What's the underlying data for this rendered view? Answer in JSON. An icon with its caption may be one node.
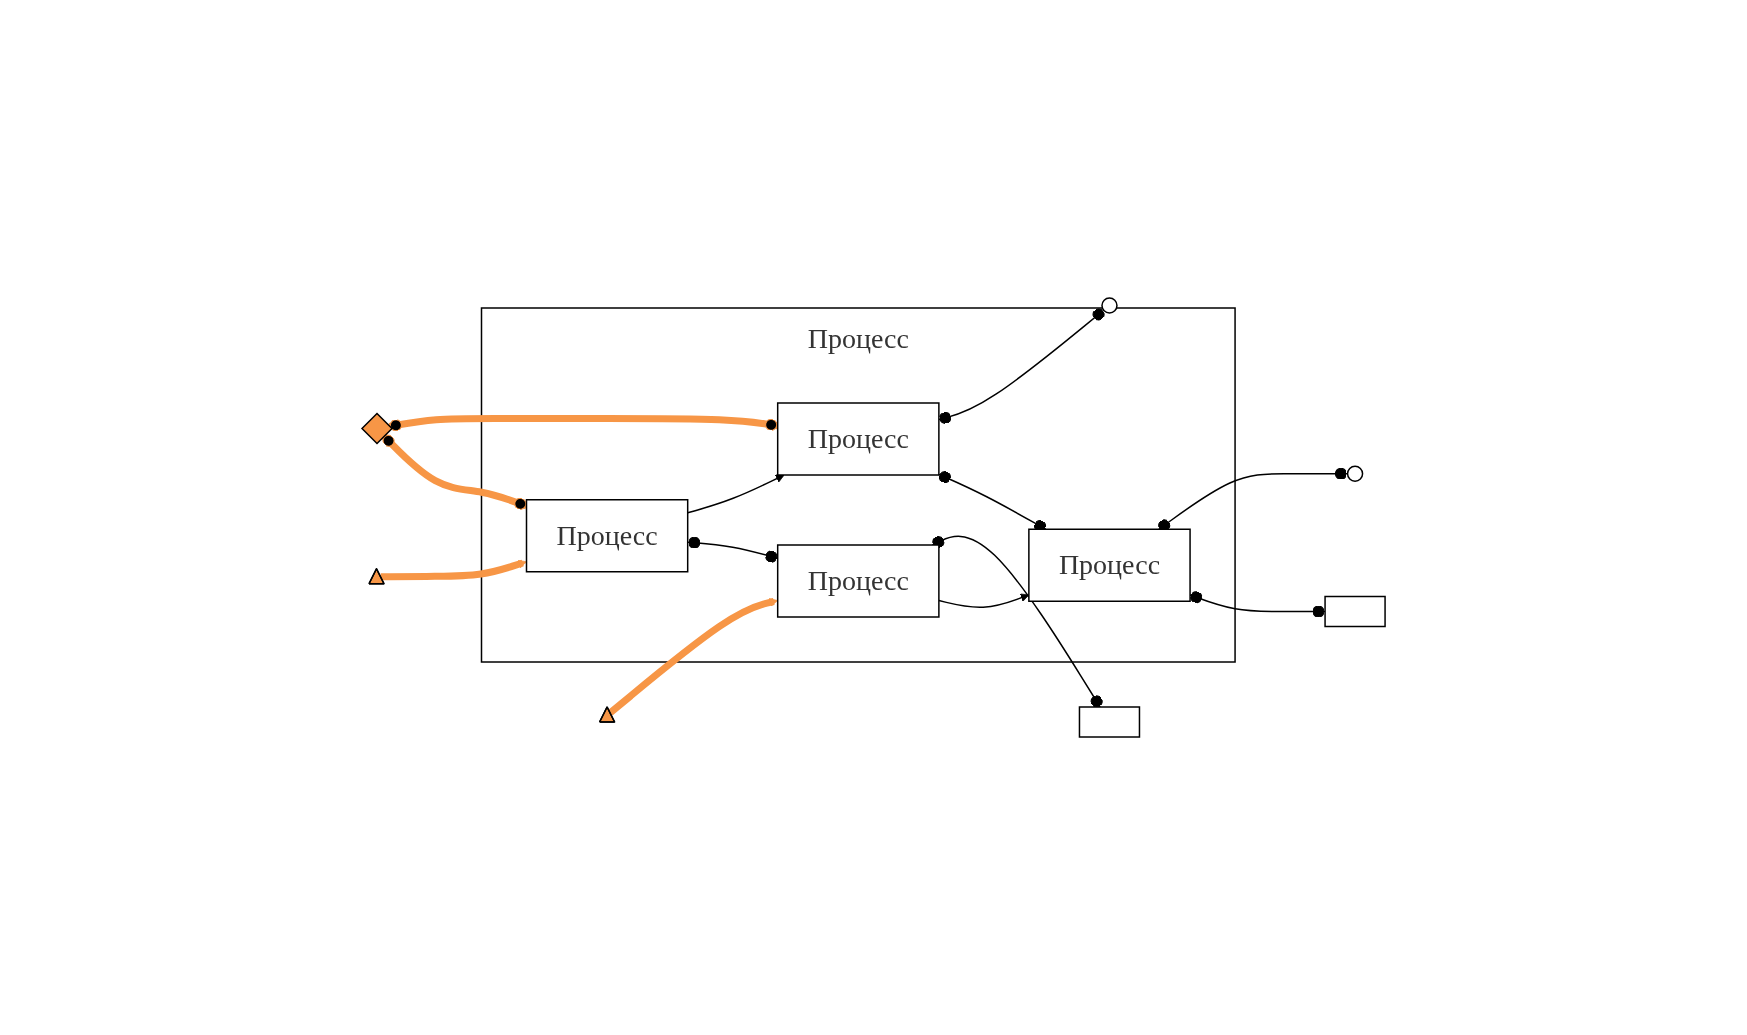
{
  "diagram": {
    "nodes": [
      {
        "text": [
          "Процесс"
        ]
      },
      {
        "text": [
          "Процесс"
        ],
        "in": 0
      },
      {
        "text": [
          "Процесс"
        ],
        "in": 0
      },
      {
        "text": [
          "Процесс"
        ],
        "in": 0
      },
      {
        "text": [
          "Процесс"
        ],
        "in": 0
      },
      {
        "text": [],
        "shape": "triangle"
      },
      {
        "text": [],
        "shape": "triangle"
      },
      {
        "text": [],
        "shape": "diamond"
      },
      {
        "text": [],
        "shape": "box"
      },
      {
        "text": [],
        "shape": "box"
      },
      {
        "text": [],
        "shape": "circle"
      },
      {
        "text": [],
        "shape": "circle"
      }
    ],
    "edges": [
      {
        "from": 5,
        "to": 1,
        "arrow": "to",
        "style": "thick",
        "color": "#f79646"
      },
      {
        "from": 6,
        "to": 2,
        "arrow": "to",
        "style": "thick",
        "color": "#f79646"
      },
      {
        "from": 7,
        "to": 1,
        "arrow": "other",
        "style": "thick",
        "color": "#f79646"
      },
      {
        "from": 7,
        "to": 3,
        "arrow": "other",
        "style": "thick",
        "color": "#f79646"
      },
      {
        "from": 1,
        "to": 2,
        "arrow": "other"
      },
      {
        "from": 1,
        "to": 3,
        "arrow": "to"
      },
      {
        "from": 2,
        "to": 4,
        "arrow": "to"
      },
      {
        "from": 3,
        "to": 4,
        "arrow": "other"
      },
      {
        "from": 2,
        "to": 8,
        "arrow": "other"
      },
      {
        "from": 4,
        "to": 9,
        "arrow": "other"
      },
      {
        "from": 3,
        "to": 10,
        "arrow": "other"
      },
      {
        "from": 4,
        "to": 11,
        "arrow": "other"
      }
    ]
  }
}
